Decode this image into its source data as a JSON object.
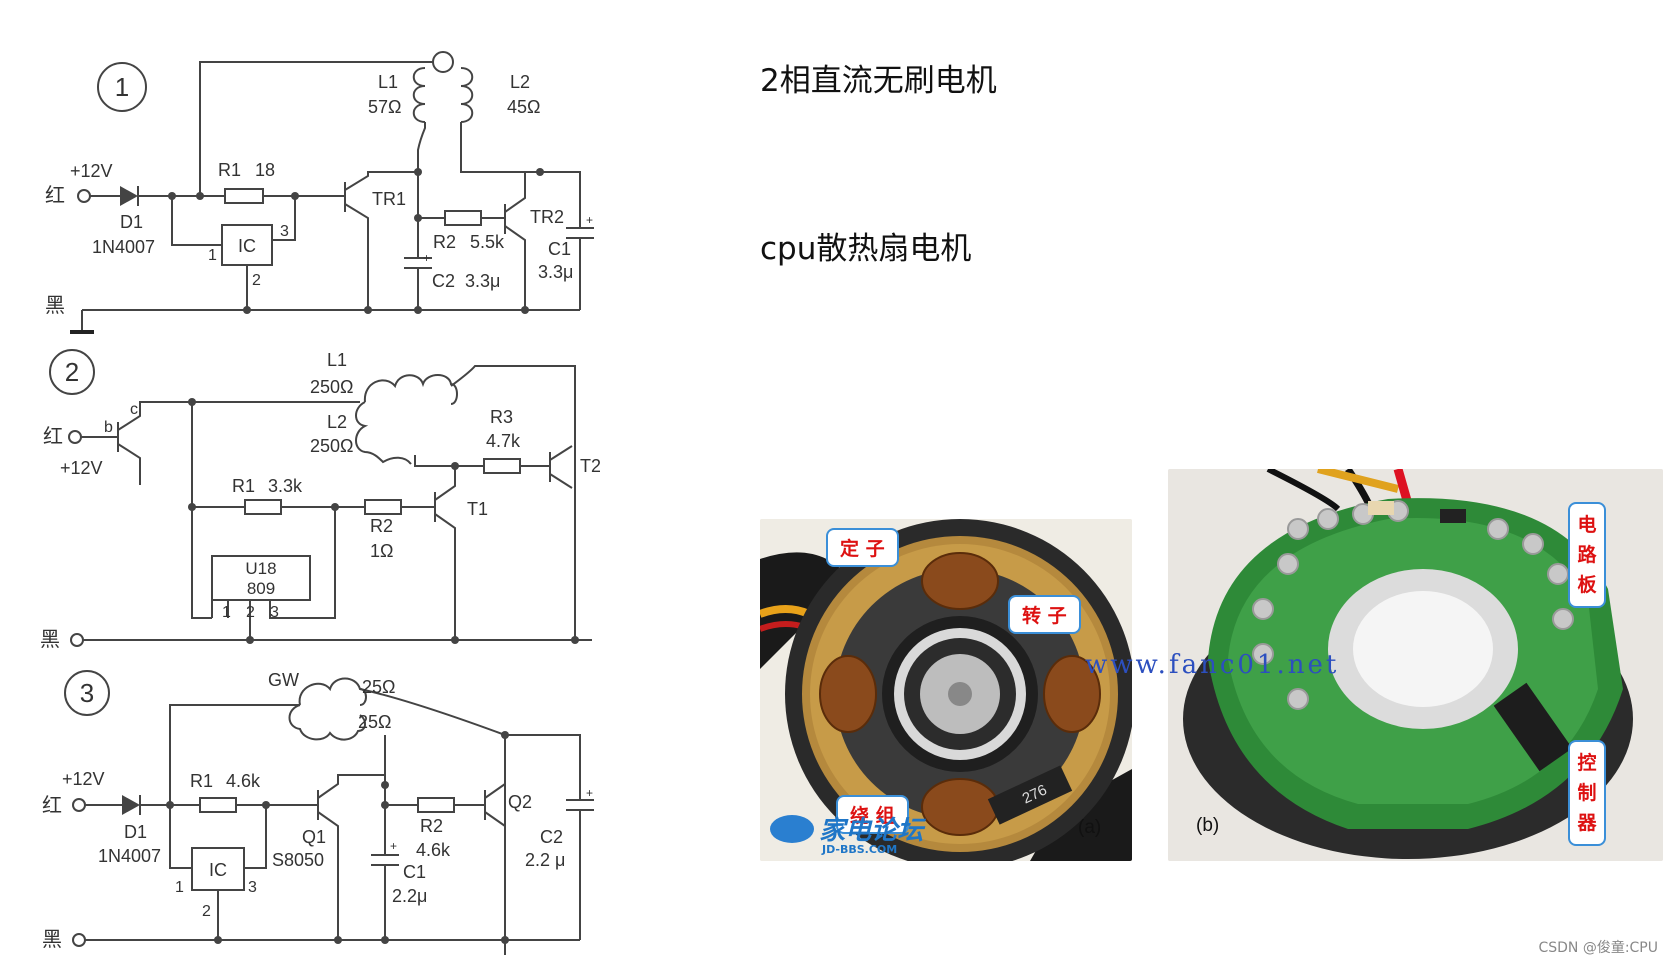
{
  "slide": {
    "heading_1": "2相直流无刷电机",
    "heading_2": "cpu散热扇电机",
    "credit": "CSDN @俊童:CPU"
  },
  "circuit_1": {
    "number": "1",
    "l1": "L1",
    "l1_value": "57Ω",
    "l2": "L2",
    "l2_value": "45Ω",
    "vin": "+12V",
    "red": "红",
    "black": "黑",
    "r1": "R1",
    "r1_value": "18",
    "d1": "D1",
    "d1_part": "1N4007",
    "ic": "IC",
    "pin1": "1",
    "pin2": "2",
    "pin3": "3",
    "tr1": "TR1",
    "tr2": "TR2",
    "r2": "R2",
    "r2_value": "5.5k",
    "c2": "C2",
    "c2_value": "3.3μ",
    "c1": "C1",
    "c1_value": "3.3μ"
  },
  "circuit_2": {
    "number": "2",
    "l1": "L1",
    "l1_value": "250Ω",
    "l2": "L2",
    "l2_value": "250Ω",
    "red": "红",
    "vin": "+12V",
    "black": "黑",
    "b": "b",
    "c": "c",
    "r3": "R3",
    "r3_value": "4.7k",
    "t2": "T2",
    "t1": "T1",
    "r1": "R1",
    "r1_value": "3.3k",
    "r2": "R2",
    "r2_value": "1Ω",
    "u18": "U18",
    "u18_part": "809",
    "pin1": "1",
    "pin2": "2",
    "pin3": "3"
  },
  "circuit_3": {
    "number": "3",
    "gw": "GW",
    "coil1_value": "25Ω",
    "coil2_value": "25Ω",
    "vin": "+12V",
    "red": "红",
    "black": "黑",
    "r1": "R1",
    "r1_value": "4.6k",
    "d1": "D1",
    "d1_part": "1N4007",
    "q1": "Q1",
    "q1_part": "S8050",
    "ic": "IC",
    "pin1": "1",
    "pin2": "2",
    "pin3": "3",
    "r2": "R2",
    "r2_value": "4.6k",
    "q2": "Q2",
    "c1": "C1",
    "c1_value": "2.2μ",
    "c2": "C2",
    "c2_value": "2.2 μ"
  },
  "photo_a": {
    "label_stator": "定 子",
    "label_rotor": "转 子",
    "label_winding": "绕 组",
    "chip_code": "276",
    "caption": "(a)",
    "logo": "家电论坛",
    "logo_sub": "JD-BBS.COM"
  },
  "photo_b": {
    "label_board": "电 路 板",
    "label_controller": "控 制 器",
    "caption": "(b)",
    "watermark": "www.fanc01.net"
  }
}
